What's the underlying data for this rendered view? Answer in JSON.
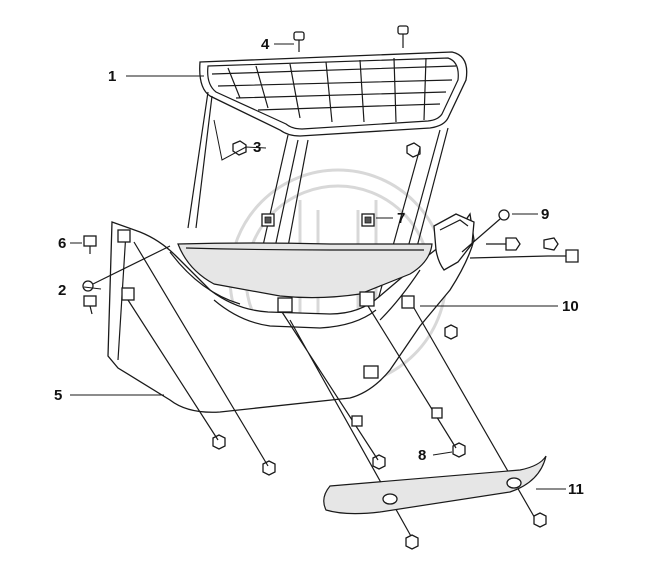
{
  "callouts": [
    {
      "id": "1",
      "label": "1"
    },
    {
      "id": "2",
      "label": "2"
    },
    {
      "id": "3",
      "label": "3"
    },
    {
      "id": "4",
      "label": "4"
    },
    {
      "id": "5",
      "label": "5"
    },
    {
      "id": "6",
      "label": "6"
    },
    {
      "id": "7",
      "label": "7"
    },
    {
      "id": "8",
      "label": "8"
    },
    {
      "id": "9",
      "label": "9"
    },
    {
      "id": "10",
      "label": "10"
    },
    {
      "id": "11",
      "label": "11"
    }
  ],
  "colors": {
    "line": "#1a1a1a",
    "watermark": "#b8b8b8",
    "background": "#ffffff"
  }
}
